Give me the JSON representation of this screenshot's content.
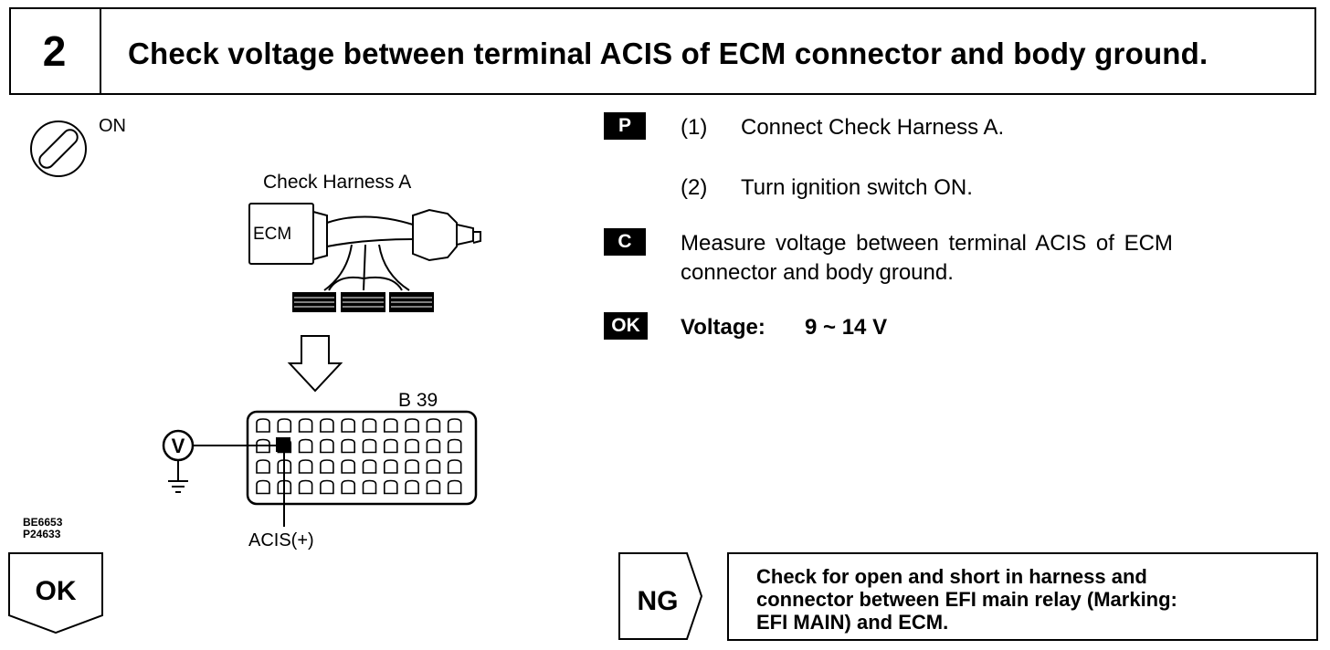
{
  "header": {
    "step_number": "2",
    "title": "Check voltage between terminal ACIS of ECM connector and body ground."
  },
  "diagram": {
    "ignition_label": "ON",
    "harness_label": "Check Harness A",
    "ecm_label": "ECM",
    "connector_label": "B 39",
    "terminal_label": "ACIS(+)",
    "meter_symbol": "V",
    "figure_codes": [
      "BE6653",
      "P24633"
    ]
  },
  "procedure": {
    "prep_tag": "P",
    "steps": [
      {
        "num": "(1)",
        "text": "Connect Check Harness A."
      },
      {
        "num": "(2)",
        "text": "Turn ignition switch ON."
      }
    ],
    "check_tag": "C",
    "check_lines": [
      "Measure voltage between terminal ACIS of ECM",
      "connector and body ground."
    ],
    "ok_tag": "OK",
    "spec_label": "Voltage:",
    "spec_value": "9 ~ 14 V"
  },
  "results": {
    "ok_label": "OK",
    "ng_label": "NG",
    "ng_action_lines": [
      "Check for open and short in harness and",
      "connector between EFI main relay (Marking:",
      "EFI MAIN) and ECM."
    ]
  }
}
